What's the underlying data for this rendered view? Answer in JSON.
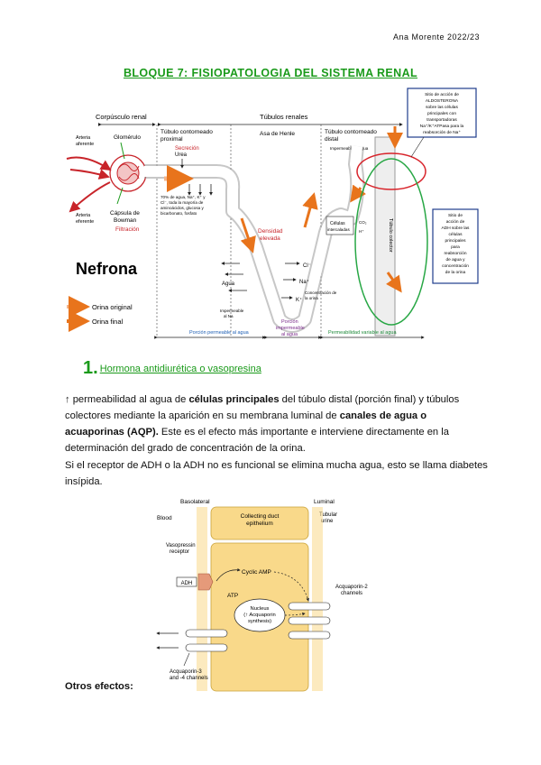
{
  "header": {
    "author": "Ana Morente 2022/23"
  },
  "title": "BLOQUE 7: FISIOPATOLOGIA DEL SISTEMA RENAL",
  "nephron_figure": {
    "corpusculo": "Corpúsculo renal",
    "tubulos": "Túbulos renales",
    "glomerulo": "Glomérulo",
    "arteria_aferente_1": "Arteria",
    "arteria_aferente_2": "aferente",
    "arteria_eferente_1": "Arteria",
    "arteria_eferente_2": "eferente",
    "capsula_1": "Cápsula de",
    "capsula_2": "Bowman",
    "filtracion": "Filtración",
    "proximal_1": "Túbulo contorneado",
    "proximal_2": "proximal",
    "secrecion": "Secreción",
    "urea": "Urea",
    "reabs_1": "70% de agua, Na⁺, K⁺ y",
    "reabs_2": "Cl⁻, toda la mayoría de",
    "reabs_3": "aminoácidos, glucosa y",
    "reabs_4": "bicarbonato, fosfato",
    "asa": "Asa de Henle",
    "densidad_1": "Densidad",
    "densidad_2": "elevada",
    "agua": "Agua",
    "imperm_na_1": "Impermeable",
    "imperm_na_2": "al Na",
    "cl": "Cl⁻",
    "na": "Na⁺",
    "k": "K⁺",
    "concentr_1": "Concentración de",
    "concentr_2": "la orina",
    "distal_1": "Túbulo contorneado",
    "distal_2": "distal",
    "imperm_agua": "Impermeable al agua",
    "colector": "Túbulo colector",
    "celulas_1": "Células",
    "celulas_2": "intercaladas",
    "co2": "CO₂",
    "hplus": "H⁺",
    "nephron_label": "Nefrona",
    "legend_original": "Orina original",
    "legend_final": "Orina final",
    "bar_perm": "Porción permeable al agua",
    "bar_imperm_1": "Porción",
    "bar_imperm_2": "impermeable",
    "bar_imperm_3": "al agua",
    "bar_var": "Permeabilidad variable al agua",
    "aldo_box_1": "Sitio de acción de",
    "aldo_box_2": "ALDOSTERONA",
    "aldo_box_3": "sobre las células",
    "aldo_box_4": "principales con",
    "aldo_box_5": "transportadoras",
    "aldo_box_6": "Na⁺/K⁺ATPasa para la",
    "aldo_box_7": "reabsorción de Na⁺",
    "adh_box_1": "Sitio de",
    "adh_box_2": "acción de",
    "adh_box_3": "ADH sobre las",
    "adh_box_4": "células",
    "adh_box_5": "principales",
    "adh_box_6": "para",
    "adh_box_7": "reabsorción",
    "adh_box_8": "de agua y",
    "adh_box_9": "concentración",
    "adh_box_10": "de la orina"
  },
  "section": {
    "number": "1.",
    "label": "Hormona antidiurética o vasopresina"
  },
  "para1": {
    "t1": "↑ permeabilidad al agua de ",
    "b1": "células principales",
    "t2": " del túbulo distal (porción final) y túbulos colectores mediante la aparición en su membrana luminal de ",
    "b2": "canales de agua o acuaporinas (AQP).",
    "t3": " Este es el efecto más importante e interviene directamente en la determinación del grado de concentración de la orina."
  },
  "para2": "Si el receptor de ADH o la ADH no es funcional se elimina mucha agua, esto se llama diabetes insípida.",
  "adh_figure": {
    "basolateral": "Basolateral",
    "luminal": "Luminal",
    "blood": "Blood",
    "tubular_1": "Tubular",
    "tubular_2": "urine",
    "epi_1": "Collecting duct",
    "epi_2": "epithelium",
    "receptor_1": "Vasopressin",
    "receptor_2": "receptor",
    "adh": "ADH",
    "camp": "Cyclic AMP",
    "atp": "ATP",
    "nucleus_1": "Nucleus",
    "nucleus_2": "(↑ Acquaporin",
    "nucleus_3": "synthesis)",
    "aqp2_1": "Acquaporin-2",
    "aqp2_2": "channels",
    "aqp34_1": "Acquaporin-3",
    "aqp34_2": "and -4 channels"
  },
  "otros": "Otros efectos:"
}
